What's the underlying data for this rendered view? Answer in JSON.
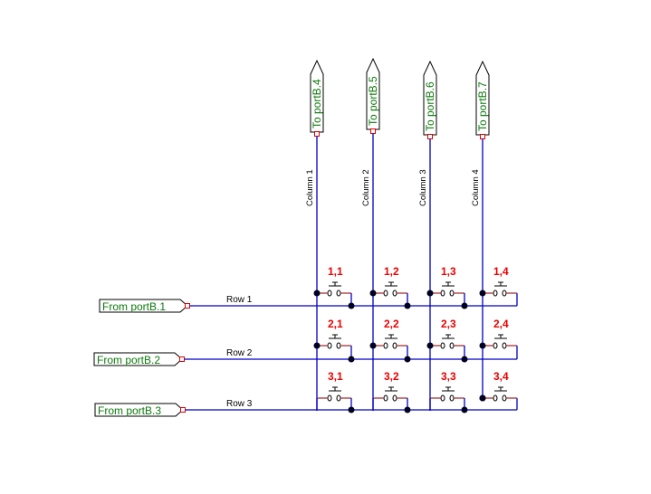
{
  "diagram": {
    "type": "keypad-matrix-schematic",
    "colors": {
      "wire": "#0000c8",
      "switch_lead": "#a83232",
      "port_text": "#0b7a0b",
      "key_label": "#ee0000",
      "pin_marker": "#e00000"
    },
    "output_ports": [
      {
        "label": "To portB.4",
        "net": "Column 1"
      },
      {
        "label": "To portB.5",
        "net": "Column 2"
      },
      {
        "label": "To portB.6",
        "net": "Column 3"
      },
      {
        "label": "To portB.7",
        "net": "Column 4"
      }
    ],
    "input_ports": [
      {
        "label": "From portB.1",
        "net": "Row 1"
      },
      {
        "label": "From portB.2",
        "net": "Row 2"
      },
      {
        "label": "From portB.3",
        "net": "Row 3"
      }
    ],
    "column_nets": [
      "Column 1",
      "Column 2",
      "Column 3",
      "Column 4"
    ],
    "row_nets": [
      "Row 1",
      "Row 2",
      "Row 3"
    ],
    "switches": [
      [
        "1,1",
        "1,2",
        "1,3",
        "1,4"
      ],
      [
        "2,1",
        "2,2",
        "2,3",
        "2,4"
      ],
      [
        "3,1",
        "3,2",
        "3,3",
        "3,4"
      ]
    ],
    "switch_contact_text": "0  0"
  }
}
